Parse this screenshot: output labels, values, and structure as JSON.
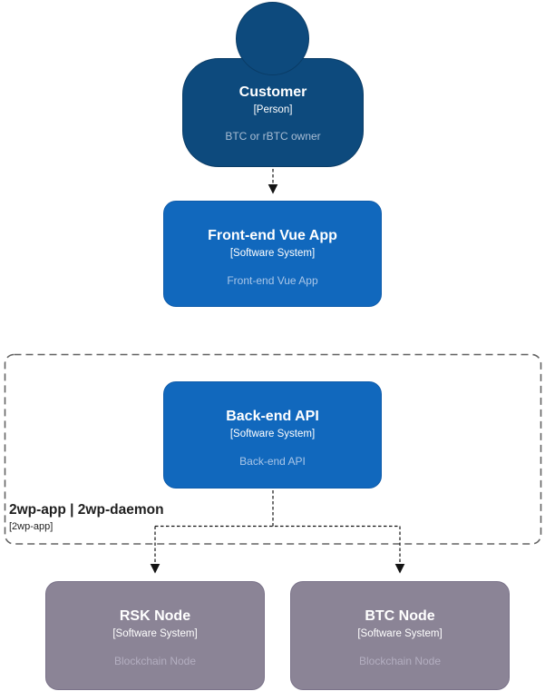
{
  "diagram": {
    "customer": {
      "title": "Customer",
      "subtitle": "[Person]",
      "description": "BTC or rBTC owner"
    },
    "frontend": {
      "title": "Front-end Vue App",
      "subtitle": "[Software System]",
      "description": "Front-end Vue App"
    },
    "boundary": {
      "title": "2wp-app | 2wp-daemon",
      "subtitle": "[2wp-app]"
    },
    "backend": {
      "title": "Back-end API",
      "subtitle": "[Software System]",
      "description": "Back-end API"
    },
    "rsk_node": {
      "title": "RSK Node",
      "subtitle": "[Software System]",
      "description": "Blockchain Node"
    },
    "btc_node": {
      "title": "BTC Node",
      "subtitle": "[Software System]",
      "description": "Blockchain Node"
    }
  },
  "colors": {
    "person_fill": "#0d4a7d",
    "person_border": "#0a3c66",
    "person_muted_text": "#a8bdd4",
    "system_fill": "#1168bd",
    "system_border": "#0f5cab",
    "system_muted_text": "#a9c6e8",
    "external_fill": "#8b8496",
    "external_border": "#7a7289",
    "external_muted_text": "#b3aec0",
    "boundary_border": "#636363",
    "boundary_text": "#1f1f1f",
    "connector": "#141414"
  }
}
